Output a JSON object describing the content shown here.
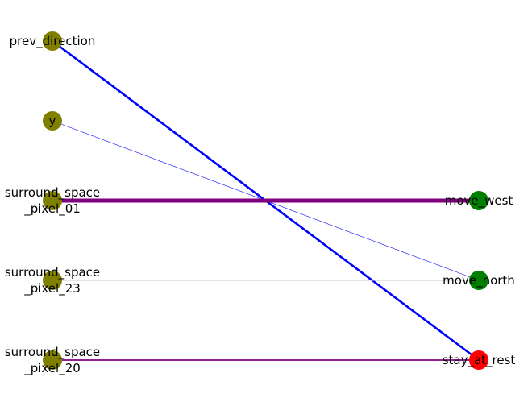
{
  "graph": {
    "left_nodes": [
      {
        "id": "prev_direction",
        "lines": [
          "prev_direction"
        ],
        "color": "#808000"
      },
      {
        "id": "y",
        "lines": [
          "y"
        ],
        "color": "#808000"
      },
      {
        "id": "surround_space_pixel_01",
        "lines": [
          "surround_space",
          "_pixel_01"
        ],
        "color": "#808000"
      },
      {
        "id": "surround_space_pixel_23",
        "lines": [
          "surround_space",
          "_pixel_23"
        ],
        "color": "#808000"
      },
      {
        "id": "surround_space_pixel_20",
        "lines": [
          "surround_space",
          "_pixel_20"
        ],
        "color": "#808000"
      }
    ],
    "right_nodes": [
      {
        "id": "move_west",
        "lines": [
          "move_west"
        ],
        "color": "#008000"
      },
      {
        "id": "move_north",
        "lines": [
          "move_north"
        ],
        "color": "#008000"
      },
      {
        "id": "stay_at_rest",
        "lines": [
          "stay_at_rest"
        ],
        "color": "#ff0000"
      }
    ],
    "edges": [
      {
        "from": "prev_direction",
        "to": "stay_at_rest",
        "color": "#0000ff",
        "weight": "strong"
      },
      {
        "from": "y",
        "to": "move_north",
        "color": "#0000ff",
        "weight": "faint"
      },
      {
        "from": "surround_space_pixel_01",
        "to": "move_west",
        "color": "#800080",
        "weight": "heavy"
      },
      {
        "from": "surround_space_pixel_23",
        "to": "move_north",
        "color": "#c8c8c8",
        "weight": "thin"
      },
      {
        "from": "surround_space_pixel_20",
        "to": "stay_at_rest",
        "color": "#800080",
        "weight": "medium"
      }
    ]
  }
}
